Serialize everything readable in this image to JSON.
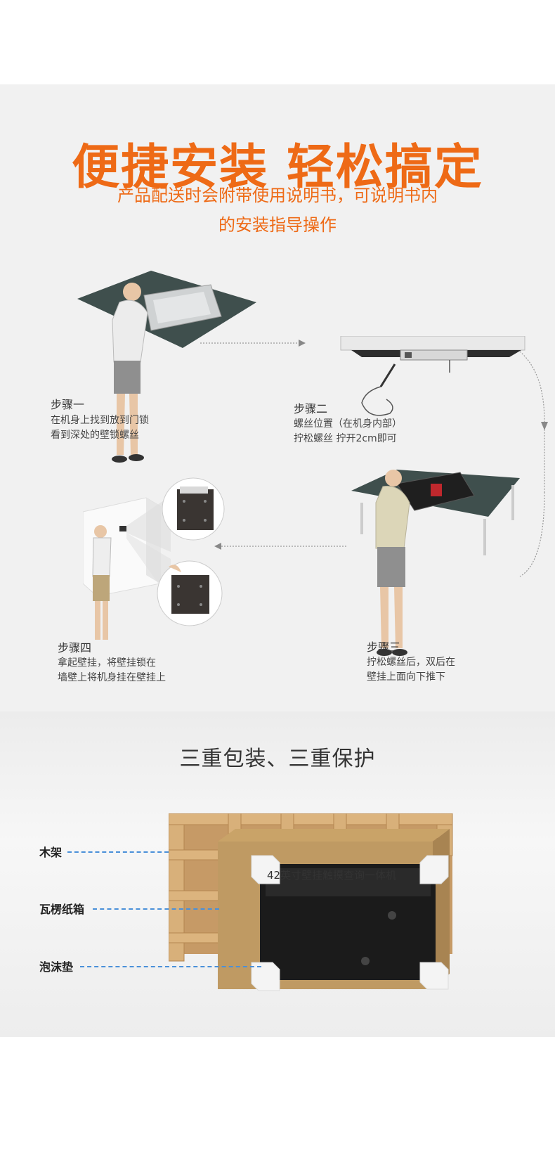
{
  "headline": "便捷安装 轻松搞定",
  "subtitle_lines": [
    "产品配送时会附带使用说明书，可说明书内",
    "的安装指导操作"
  ],
  "steps": [
    {
      "title": "步骤一",
      "lines": [
        "在机身上找到放到门锁",
        "看到深处的壁锁螺丝"
      ]
    },
    {
      "title": "步骤二",
      "lines": [
        "螺丝位置（在机身内部）",
        "拧松螺丝  拧开2cm即可"
      ]
    },
    {
      "title": "步骤三",
      "lines": [
        "拧松螺丝后，双后在",
        "壁挂上面向下推下"
      ]
    },
    {
      "title": "步骤四",
      "lines": [
        "拿起壁挂，将壁挂锁在",
        "墙壁上将机身挂在壁挂上"
      ]
    }
  ],
  "packaging": {
    "title": "三重包装、三重保护",
    "labels": [
      "木架",
      "瓦楞纸箱",
      "泡沫垫"
    ],
    "box_text": "42英寸壁挂触摸查询一体机"
  },
  "colors": {
    "accent": "#ee6a16",
    "dash": "#4a90d9",
    "table": "#3f4f4d"
  }
}
